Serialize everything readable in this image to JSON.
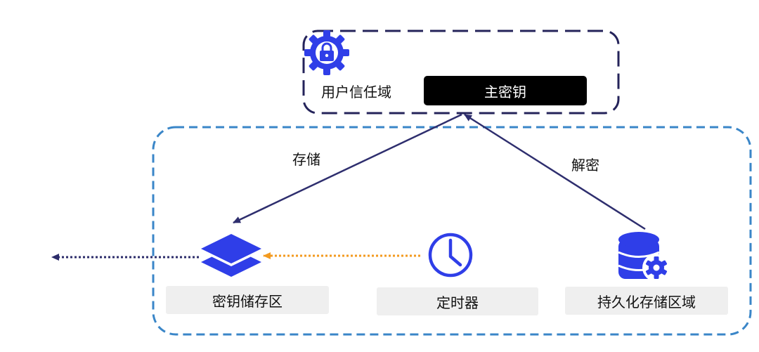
{
  "user_trust_domain": {
    "label": "用户信任域",
    "master_key_label": "主密钥",
    "icon": "lock-gear-icon"
  },
  "edges": {
    "store_label": "存储",
    "decrypt_label": "解密"
  },
  "nodes": {
    "key_store": {
      "label": "密钥储存区",
      "icon": "layers-icon"
    },
    "timer": {
      "label": "定时器",
      "icon": "clock-icon"
    },
    "persistent_storage": {
      "label": "持久化存储区域",
      "icon": "database-gear-icon"
    }
  },
  "colors": {
    "trust_border": "#24235a",
    "inner_border": "#3a86c8",
    "arrow_main": "#2e2e6e",
    "arrow_timer": "#f39a1f",
    "arrow_out": "#2c2c6a",
    "icon_blue": "#2f3ee8",
    "master_key_bg": "#000000",
    "box_bg": "#efefef"
  }
}
